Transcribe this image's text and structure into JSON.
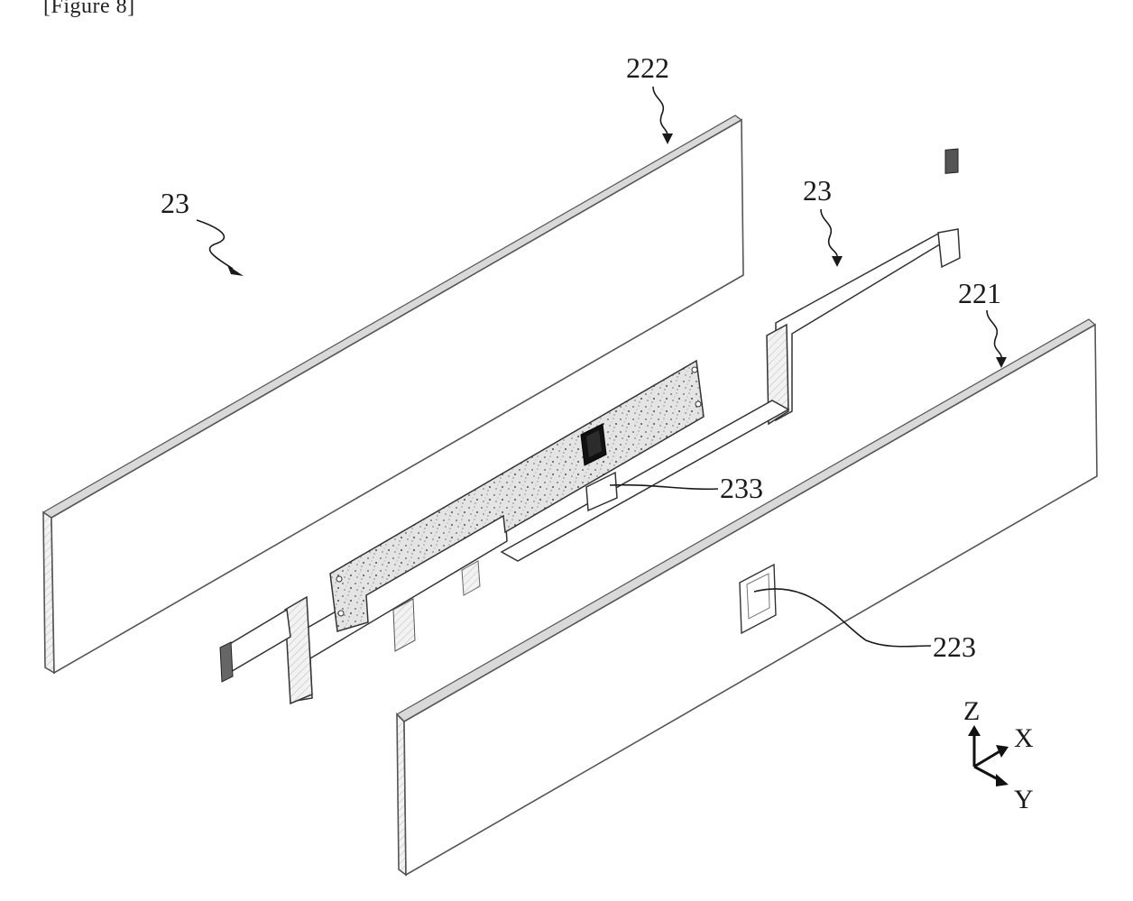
{
  "caption": "[Figure 8]",
  "labels": {
    "ref_23_left": "23",
    "ref_222": "222",
    "ref_23_right": "23",
    "ref_221": "221",
    "ref_233": "233",
    "ref_223": "223"
  },
  "axes": {
    "z": "Z",
    "x": "X",
    "y": "Y"
  }
}
